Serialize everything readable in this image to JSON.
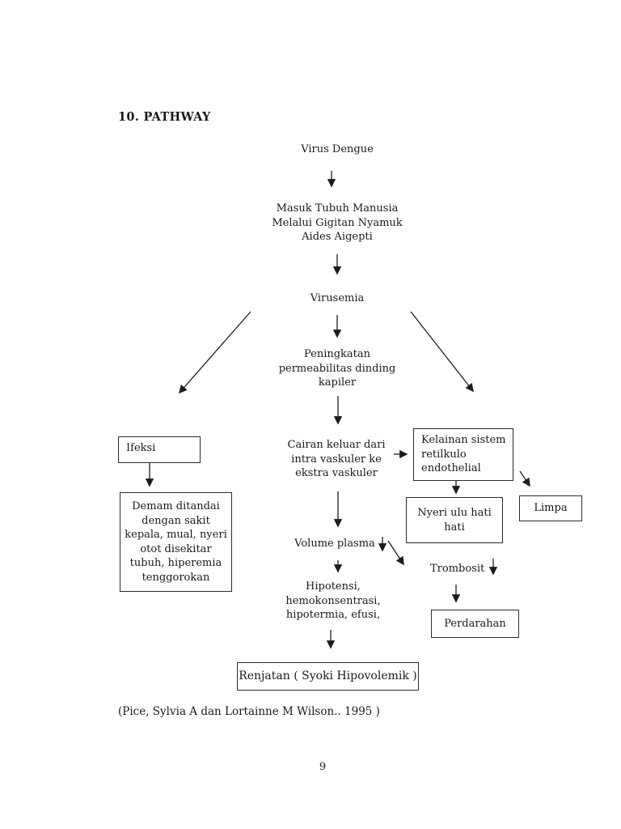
{
  "page": {
    "heading": "10. PATHWAY",
    "citation": "(Pice, Sylvia A dan Lortainne M Wilson.. 1995 )",
    "page_number": "9"
  },
  "nodes": {
    "virus_dengue": "Virus Dengue",
    "masuk_tubuh": "Masuk Tubuh Manusia\nMelalui Gigitan Nyamuk\nAides Aigepti",
    "virusemia": "Virusemia",
    "peningkatan": "Peningkatan\npermeabilitas dinding\nkapiler",
    "cairan": "Cairan keluar dari\nintra vaskuler ke\nekstra vaskuler",
    "ifeksi": "Ifeksi",
    "demam": "Demam ditandai\ndengan sakit\nkepala, mual, nyeri\notot disekitar\ntubuh, hiperemia\ntenggorokan",
    "kelainan": "Kelainan sistem\nretilkulo\nendothelial",
    "nyeri_ulu_hati": "Nyeri ulu hati\nhati",
    "limpa": "Limpa",
    "volume_plasma": "Volume plasma",
    "trombosit": "Trombosit",
    "perdarahan": "Perdarahan",
    "hipotensi": "Hipotensi,\nhemokonsentrasi,\nhipotermia, efusi,",
    "renjatan": "Renjatan ( Syoki Hipovolemik )"
  }
}
